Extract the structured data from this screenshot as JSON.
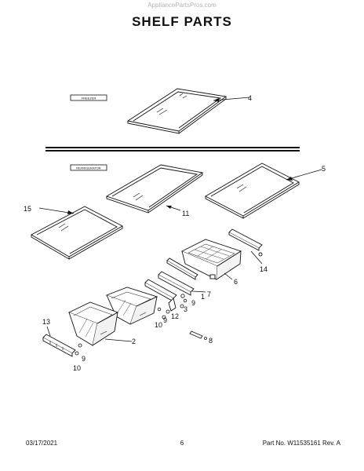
{
  "header": {
    "watermark": "AppliancePartsPros.com",
    "title": "SHELF PARTS"
  },
  "sections": {
    "freezer_label": "FREEZER",
    "refrigerator_label": "REFRIGERATOR"
  },
  "callouts": {
    "c1": "1",
    "c2": "2",
    "c3": "3",
    "c4": "4",
    "c5": "5",
    "c6": "6",
    "c7": "7",
    "c8": "8",
    "c9a": "9",
    "c9b": "9",
    "c9c": "9",
    "c10a": "10",
    "c10b": "10",
    "c11": "11",
    "c12": "12",
    "c13": "13",
    "c14": "14",
    "c15": "15"
  },
  "footer": {
    "date": "03/17/2021",
    "page": "6",
    "part_no": "Part No. W11535161  Rev. A"
  }
}
